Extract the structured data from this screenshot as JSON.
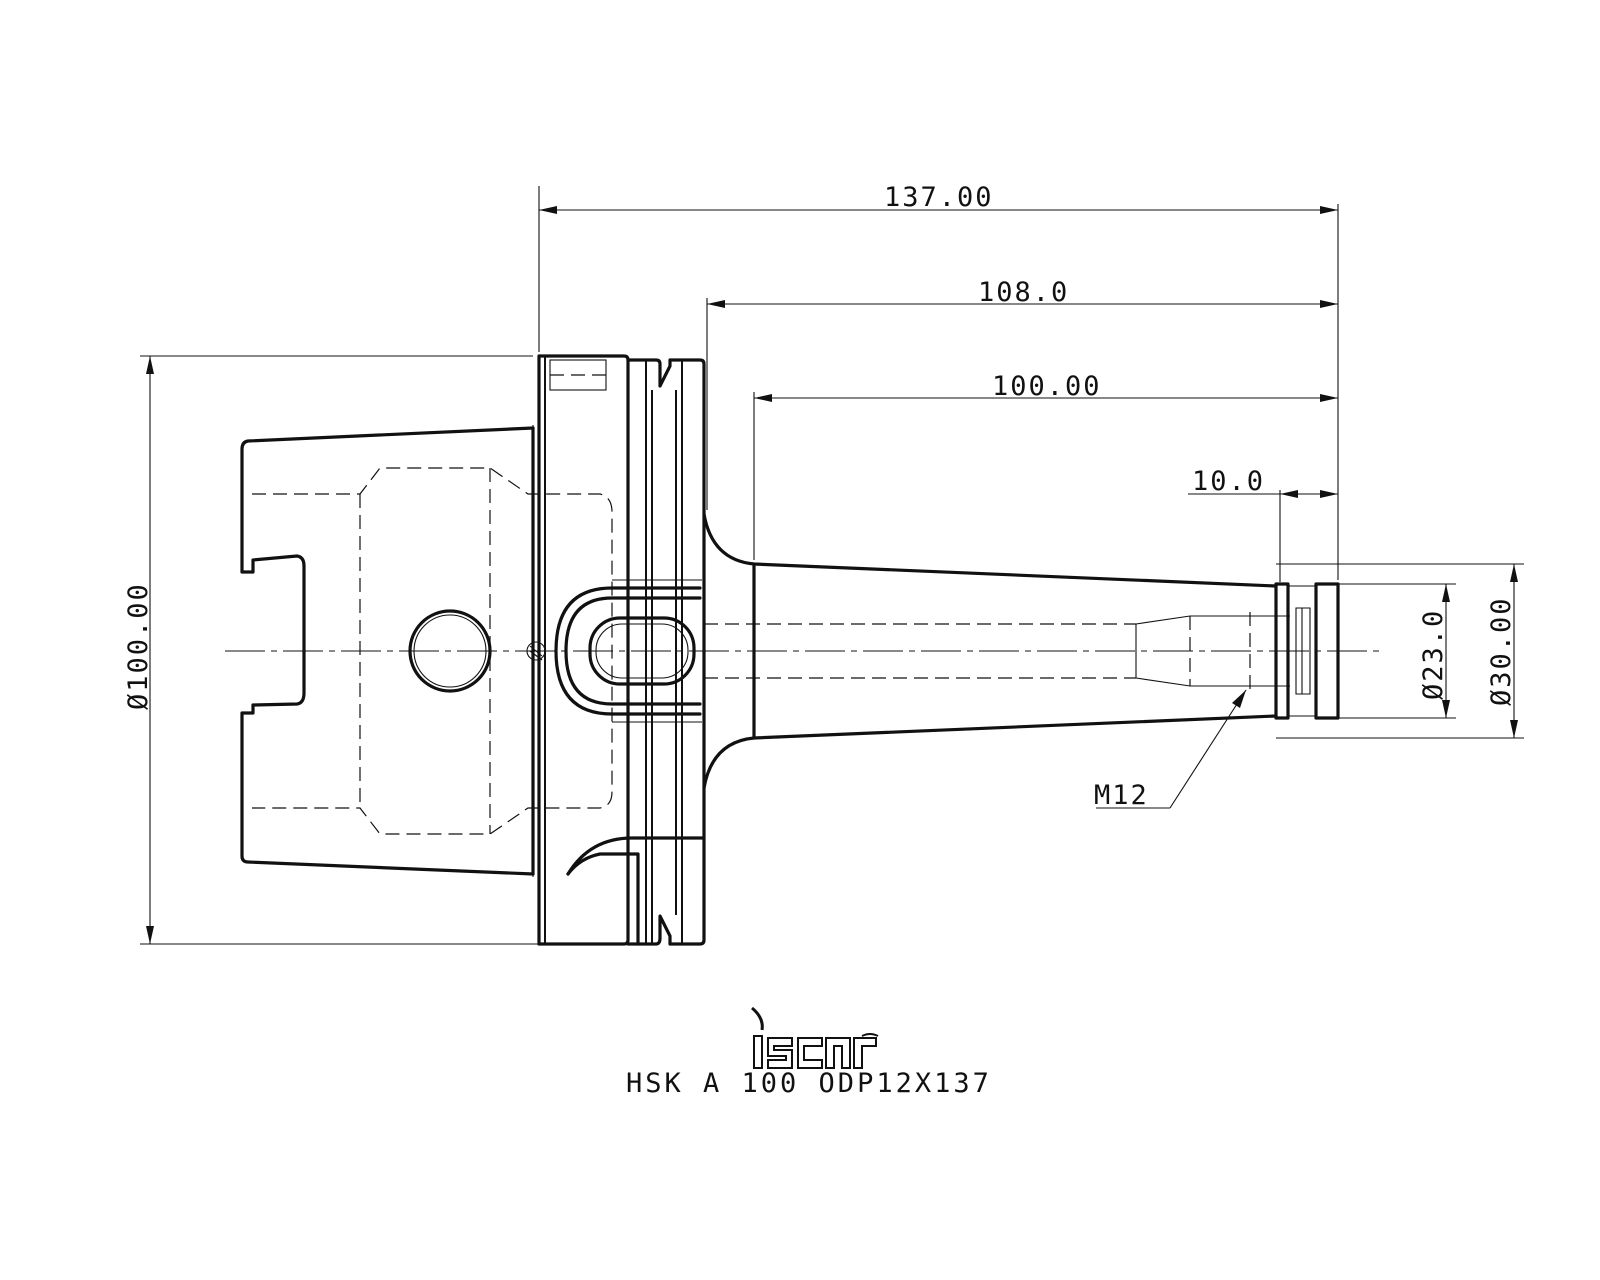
{
  "dimensions": {
    "overall_length": "137.00",
    "length_108": "108.0",
    "length_100": "100.00",
    "length_10": "10.0",
    "flange_diameter": "Ø100.00",
    "tip_diameter_23": "Ø23.0",
    "tip_diameter_30": "Ø30.00",
    "thread": "M12"
  },
  "title_block": {
    "brand_logo": "iscar",
    "part_number": "HSK A 100 ODP12X137"
  }
}
